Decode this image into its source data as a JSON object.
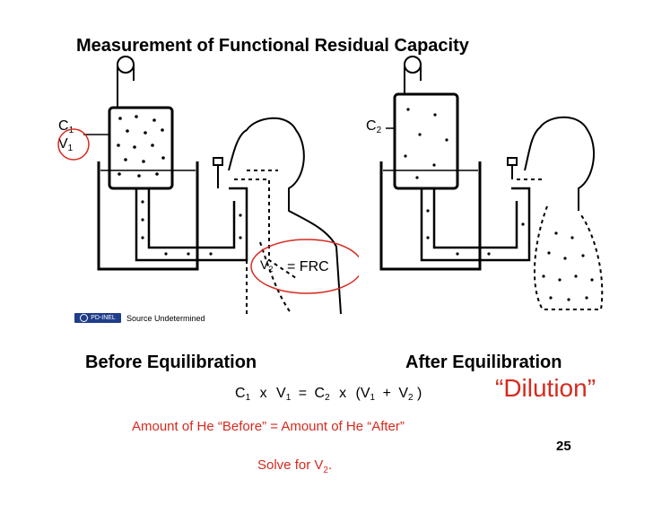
{
  "title": "Measurement  of  Functional Residual Capacity",
  "left_panel": {
    "label_c1": "C",
    "label_c1_sub": "1",
    "label_v1": "V",
    "label_v1_sub": "1",
    "label_v2": "V",
    "label_v2_sub": "2",
    "frc": "= FRC"
  },
  "right_panel": {
    "label_c2": "C",
    "label_c2_sub": "2"
  },
  "source": {
    "badge": "PD-INEL",
    "text": "Source Undetermined"
  },
  "captions": {
    "before": "Before Equilibration",
    "after": "After Equilibration"
  },
  "equation": {
    "c1": "C",
    "c1_sub": "1",
    "x1": "x",
    "v1": "V",
    "v1_sub": "1",
    "eq": "=",
    "c2": "C",
    "c2_sub": "2",
    "x2": "x",
    "lp": "(V",
    "v1b_sub": "1",
    "plus": "+",
    "v2": "V",
    "v2_sub": "2",
    "rp": ")"
  },
  "dilution": "“Dilution”",
  "amount_line": "Amount of He “Before”  =   Amount of He “After”",
  "solve": {
    "text": "Solve for V",
    "sub": "2",
    "end": "."
  },
  "page_number": "25",
  "colors": {
    "accent_red": "#d62a1e",
    "badge_blue": "#1f3d8a",
    "text": "#000000"
  }
}
